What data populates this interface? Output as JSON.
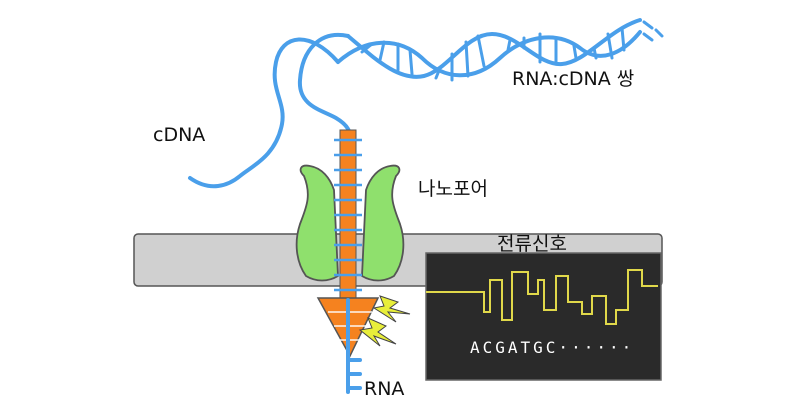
{
  "labels": {
    "pair": "RNA:cDNA 쌍",
    "cdna": "cDNA",
    "nanopore": "나노포어",
    "current_signal": "전류신호",
    "rna": "RNA"
  },
  "readout": {
    "sequence": "ACGATGC······"
  },
  "colors": {
    "dna_strand": "#4a9fea",
    "rna_strand": "#f5821f",
    "pore_protein": "#8fe06d",
    "membrane": "#d0d0d0",
    "signal_panel": "#2a2a2a",
    "signal_trace": "#e0d84a",
    "spark": "#e8ee3a"
  },
  "icons": [
    "lightning-icon"
  ]
}
